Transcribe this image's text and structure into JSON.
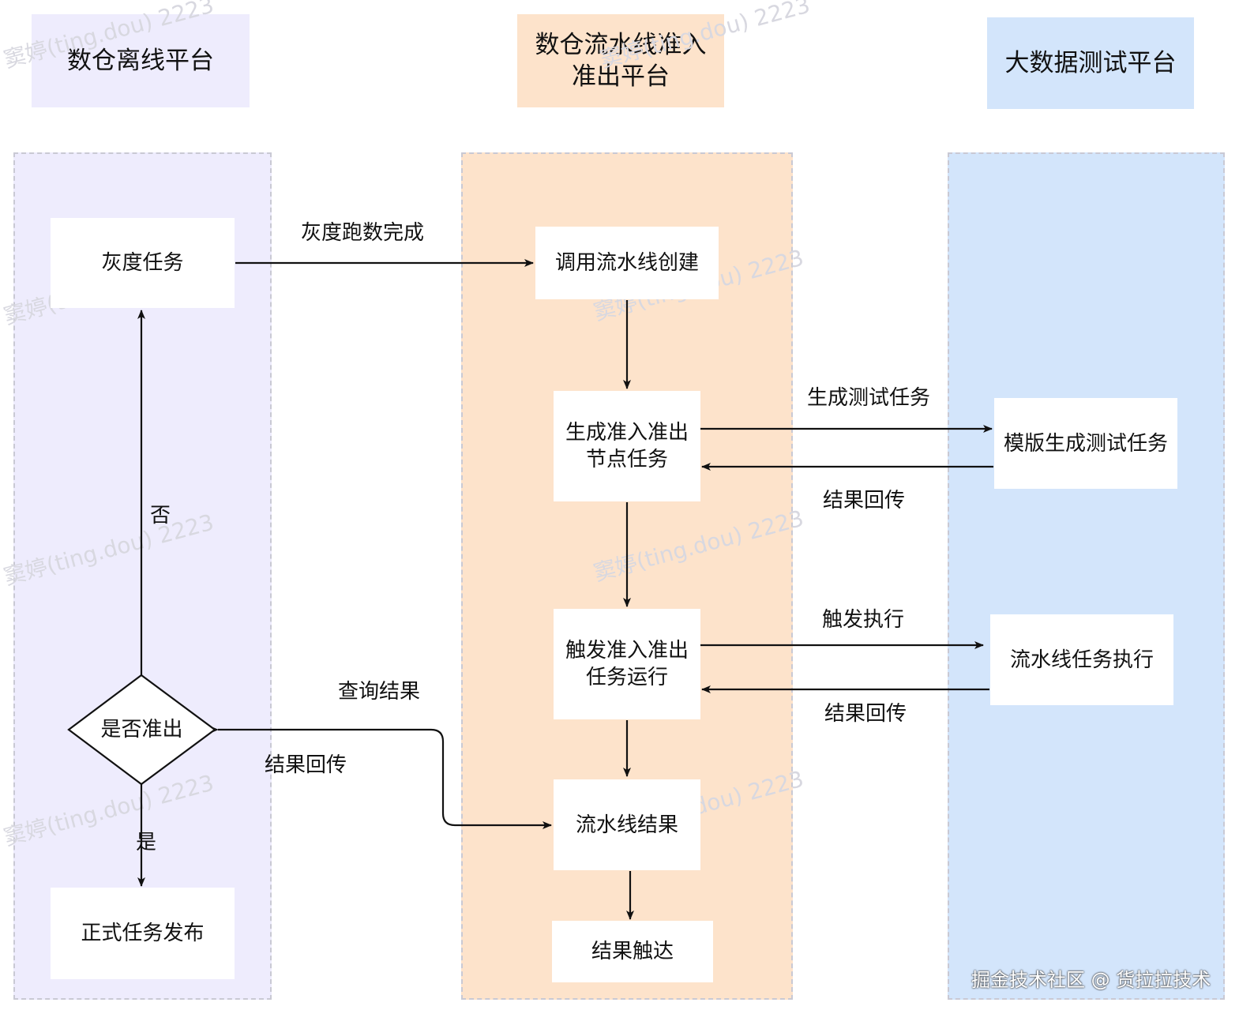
{
  "lanes": {
    "offline": {
      "title": "数仓离线平台",
      "color": "#eeecfd"
    },
    "pipeline": {
      "title_line1": "数仓流水线准入",
      "title_line2": "准出平台",
      "color": "#fde3cb"
    },
    "testing": {
      "title": "大数据测试平台",
      "color": "#d3e5fb"
    }
  },
  "nodes": {
    "gray_task": "灰度任务",
    "decision": "是否准出",
    "publish": "正式任务发布",
    "create_pipeline": "调用流水线创建",
    "gen_nodes_line1": "生成准入准出",
    "gen_nodes_line2": "节点任务",
    "trigger_line1": "触发准入准出",
    "trigger_line2": "任务运行",
    "pipeline_result": "流水线结果",
    "result_reach": "结果触达",
    "template_task": "模版生成测试任务",
    "pipeline_exec": "流水线任务执行"
  },
  "edges": {
    "gray_done": "灰度跑数完成",
    "gen_test_task": "生成测试任务",
    "result_back_1": "结果回传",
    "trigger_exec": "触发执行",
    "result_back_2": "结果回传",
    "query_result": "查询结果",
    "result_back_3": "结果回传",
    "no": "否",
    "yes": "是"
  },
  "watermark": "窦婷(ting.dou) 2223",
  "footer": "掘金技术社区 @ 货拉拉技术"
}
